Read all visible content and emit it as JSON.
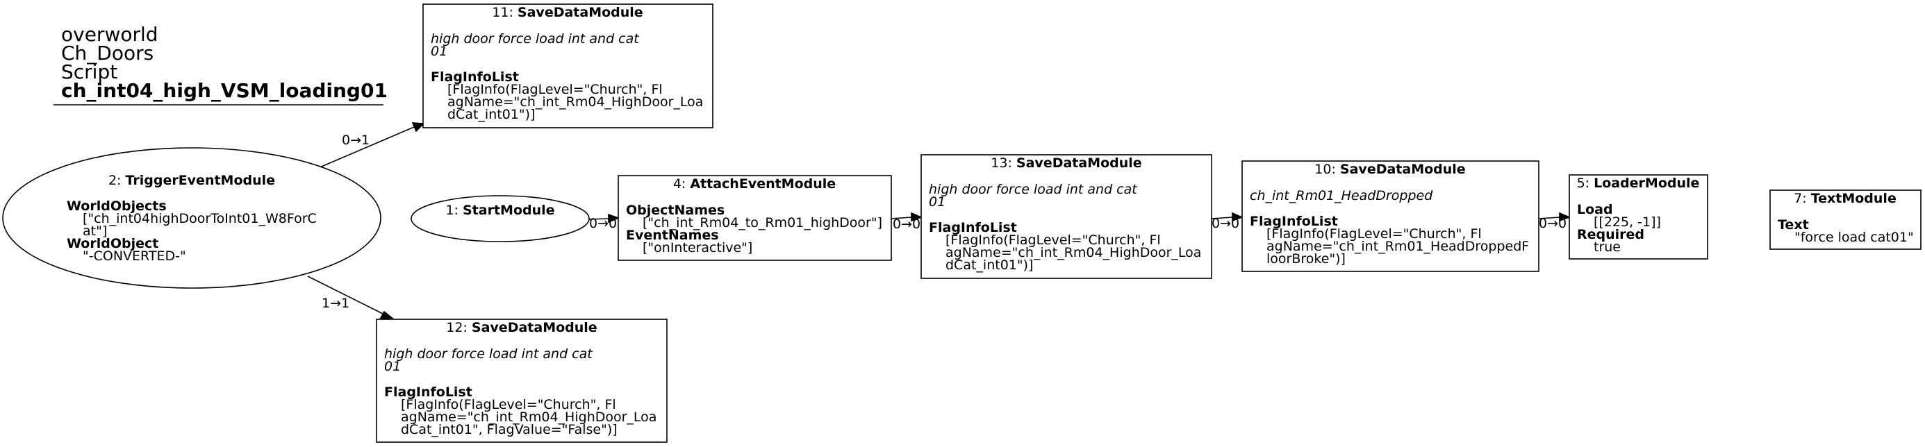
{
  "graph": {
    "title_lines": [
      "overworld",
      "Ch_Doors",
      "Script"
    ],
    "title_bold": "ch_int04_high_VSM_loading01"
  },
  "nodes": {
    "n11": {
      "head_num": "11: ",
      "head_type": "SaveDataModule",
      "desc": [
        "high door force load int and cat",
        "01"
      ],
      "fields": [
        {
          "name": "FlagInfoList",
          "values": [
            "[FlagInfo(FlagLevel=\"Church\", Fl",
            "agName=\"ch_int_Rm04_HighDoor_Loa",
            "dCat_int01\")]"
          ]
        }
      ]
    },
    "n2": {
      "head_num": "2: ",
      "head_type": "TriggerEventModule",
      "fields": [
        {
          "name": "WorldObjects",
          "values": [
            "[\"ch_int04highDoorToInt01_W8ForC",
            "at\"]"
          ]
        },
        {
          "name": "WorldObject",
          "values": [
            "\"-CONVERTED-\""
          ]
        }
      ]
    },
    "n1": {
      "head_num": "1: ",
      "head_type": "StartModule"
    },
    "n4": {
      "head_num": "4: ",
      "head_type": "AttachEventModule",
      "fields": [
        {
          "name": "ObjectNames",
          "values": [
            "[\"ch_int_Rm04_to_Rm01_highDoor\"]"
          ]
        },
        {
          "name": "EventNames",
          "values": [
            "[\"onInteractive\"]"
          ]
        }
      ]
    },
    "n13": {
      "head_num": "13: ",
      "head_type": "SaveDataModule",
      "desc": [
        "high door force load int and cat",
        "01"
      ],
      "fields": [
        {
          "name": "FlagInfoList",
          "values": [
            "[FlagInfo(FlagLevel=\"Church\", Fl",
            "agName=\"ch_int_Rm04_HighDoor_Loa",
            "dCat_int01\")]"
          ]
        }
      ]
    },
    "n10": {
      "head_num": "10: ",
      "head_type": "SaveDataModule",
      "desc": [
        "ch_int_Rm01_HeadDropped"
      ],
      "fields": [
        {
          "name": "FlagInfoList",
          "values": [
            "[FlagInfo(FlagLevel=\"Church\", Fl",
            "agName=\"ch_int_Rm01_HeadDroppedF",
            "loorBroke\")]"
          ]
        }
      ]
    },
    "n5": {
      "head_num": "5: ",
      "head_type": "LoaderModule",
      "fields": [
        {
          "name": "Load",
          "values": [
            "[[225, -1]]"
          ]
        },
        {
          "name": "Required",
          "values": [
            "true"
          ]
        }
      ]
    },
    "n7": {
      "head_num": "7: ",
      "head_type": "TextModule",
      "fields": [
        {
          "name": "Text",
          "values": [
            "\"force load cat01\""
          ]
        }
      ]
    },
    "n12": {
      "head_num": "12: ",
      "head_type": "SaveDataModule",
      "desc": [
        "high door force load int and cat",
        "01"
      ],
      "fields": [
        {
          "name": "FlagInfoList",
          "values": [
            "[FlagInfo(FlagLevel=\"Church\", Fl",
            "agName=\"ch_int_Rm04_HighDoor_Loa",
            "dCat_int01\", FlagValue=\"False\")]"
          ]
        }
      ]
    }
  },
  "edges": {
    "e2_11": "0→1",
    "e2_12": "1→1",
    "e1_4": "0→0",
    "e4_13": "0→0",
    "e13_10": "0→0",
    "e10_5": "0→0"
  }
}
